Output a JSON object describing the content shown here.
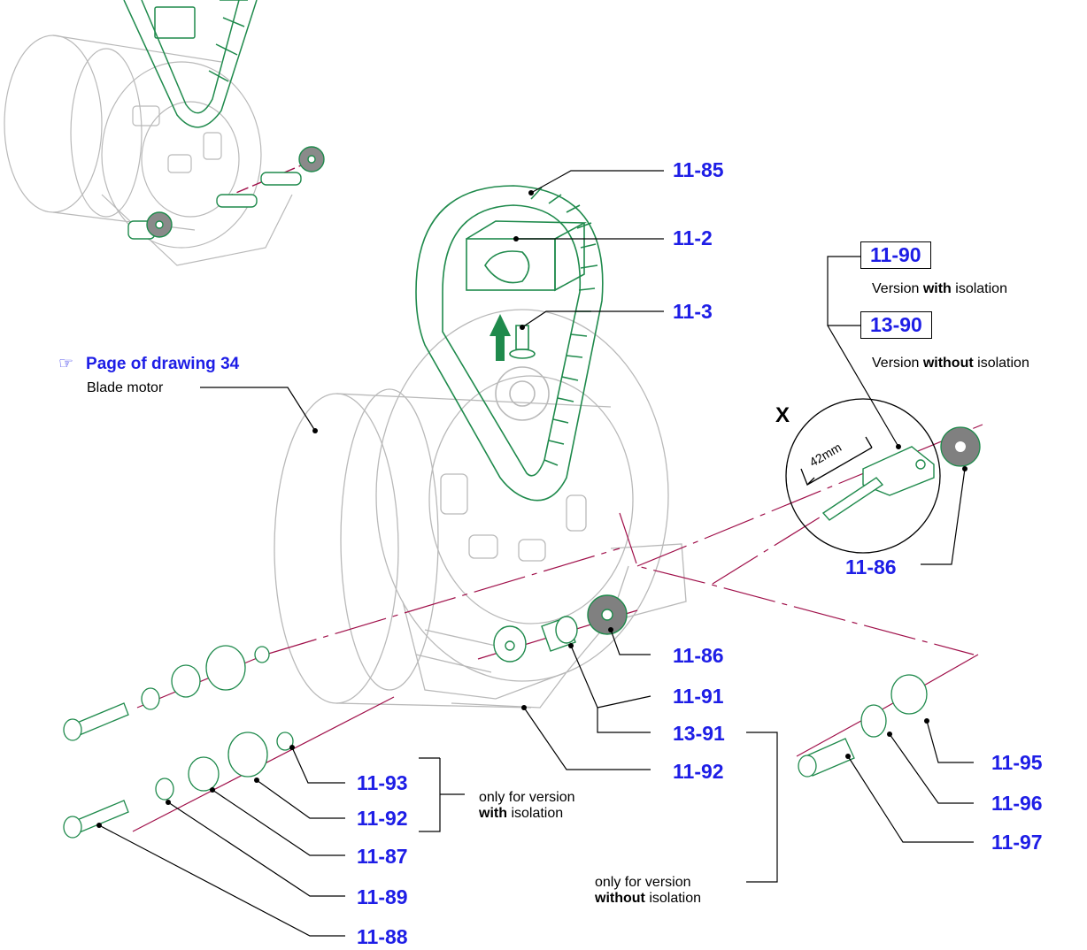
{
  "labels": {
    "l_11_85": "11-85",
    "l_11_2": "11-2",
    "l_11_3": "11-3",
    "l_11_90": "11-90",
    "l_13_90": "13-90",
    "l_11_86_detail": "11-86",
    "l_11_86": "11-86",
    "l_11_91": "11-91",
    "l_13_91": "13-91",
    "l_11_92_right": "11-92",
    "l_11_93": "11-93",
    "l_11_92_left": "11-92",
    "l_11_87": "11-87",
    "l_11_89": "11-89",
    "l_11_88": "11-88",
    "l_11_95": "11-95",
    "l_11_96": "11-96",
    "l_11_97": "11-97"
  },
  "notes": {
    "version_with_pre": "Version ",
    "version_with_bold": "with",
    "version_with_post": " isolation",
    "version_without_pre": "Version ",
    "version_without_bold": "without",
    "version_without_post": " isolation",
    "only_with_line1": "only for version",
    "only_with_bold": "with",
    "only_with_post": " isolation",
    "only_without_line1": "only for version",
    "only_without_bold": "without",
    "only_without_post": " isolation",
    "blade_motor": "Blade motor",
    "page_ref_icon": "☞",
    "page_ref": "Page of drawing 34",
    "detail_x": "X",
    "dimension": "42mm"
  },
  "colors": {
    "label_blue": "#1e1ee6",
    "part_green": "#1f8a4c",
    "axis_red": "#a0104a",
    "ghost_grey": "#b9b9b9"
  }
}
